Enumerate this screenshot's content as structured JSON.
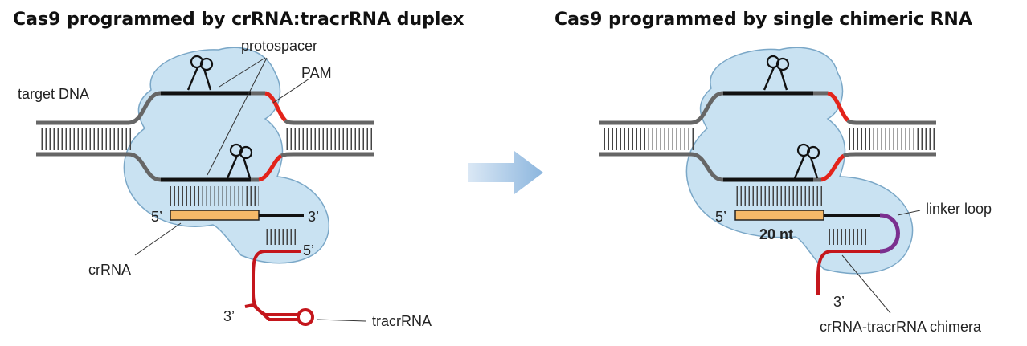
{
  "panels": {
    "left": {
      "title": "Cas9 programmed by crRNA:tracrRNA duplex",
      "labels": {
        "protospacer": "protospacer",
        "pam": "PAM",
        "target_dna": "target DNA",
        "crrna_5": "5’",
        "crrna_3": "3’",
        "tracr_5": "5’",
        "tracr_3": "3’",
        "crrna": "crRNA",
        "tracrrna": "tracrRNA"
      }
    },
    "right": {
      "title": "Cas9 programmed by single chimeric RNA",
      "labels": {
        "five_prime": "5’",
        "nt": "20 nt",
        "three_prime": "3’",
        "linker_loop": "linker loop",
        "chimera": "crRNA-tracrRNA chimera"
      }
    }
  },
  "colors": {
    "protein": "#c9e2f2",
    "protein_edge": "#7aa7c7",
    "dna": "#666666",
    "protospacer": "#111111",
    "pam": "#e3241b",
    "crrna_bar": "#f5b969",
    "tracrrna": "#c4161c",
    "linker": "#7b2f8f",
    "arrow": "#9fc2e3"
  }
}
